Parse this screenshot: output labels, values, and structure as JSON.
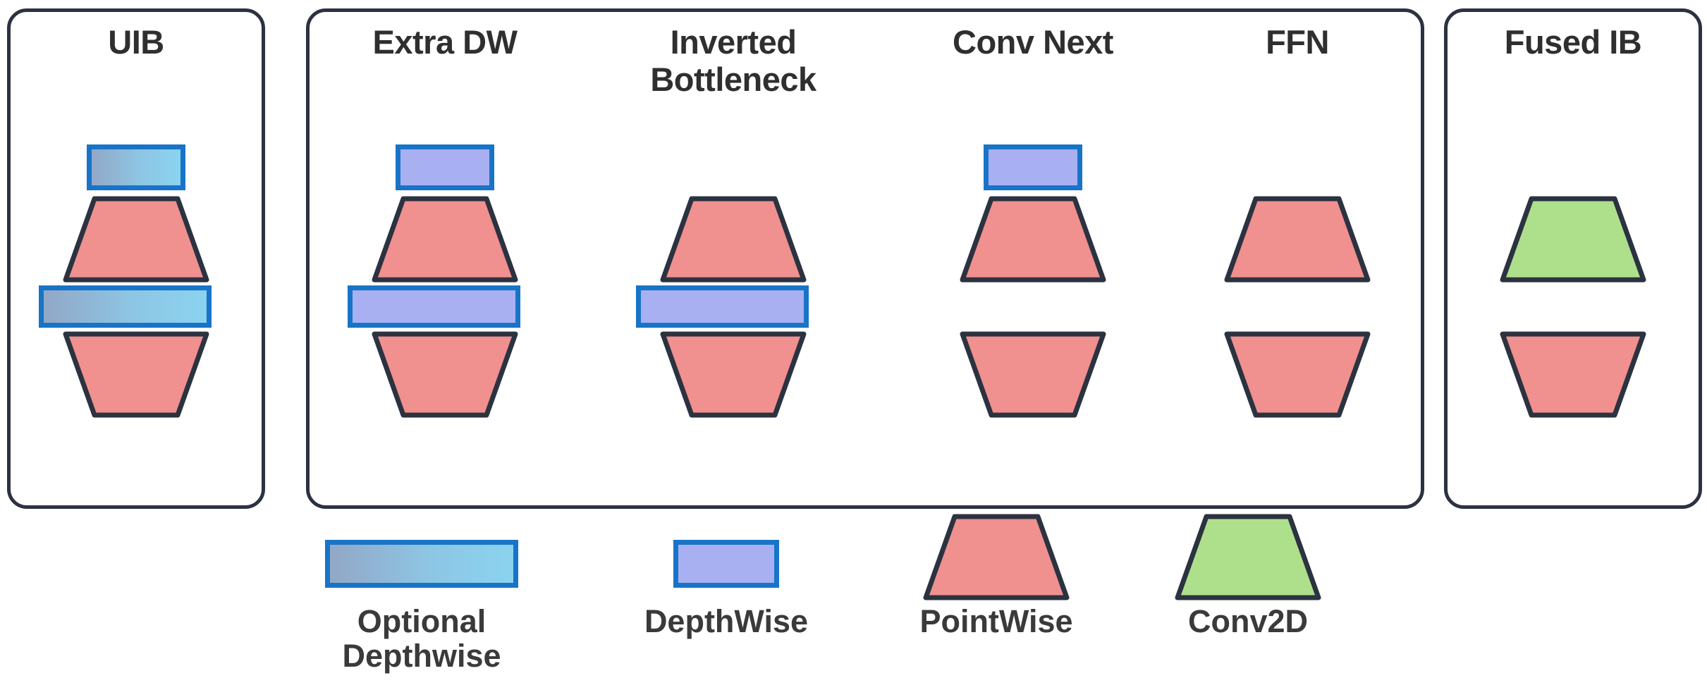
{
  "diagram": {
    "title_text_color": "#2f2f2f",
    "panels": [
      {
        "id": "uib",
        "label": "UIB"
      },
      {
        "id": "variants",
        "label": ""
      },
      {
        "id": "fusedib",
        "label": "Fused IB"
      }
    ],
    "columns": [
      {
        "id": "uib",
        "title": "UIB",
        "layers": [
          {
            "type": "rect-optional",
            "name": "optional-depthwise-top"
          },
          {
            "type": "trapezoid-down",
            "name": "pointwise-expand"
          },
          {
            "type": "rect-optional",
            "name": "optional-depthwise-mid"
          },
          {
            "type": "trapezoid-up",
            "name": "pointwise-project"
          }
        ]
      },
      {
        "id": "extra-dw",
        "title": "Extra DW",
        "layers": [
          {
            "type": "rect-depthwise",
            "name": "depthwise-top"
          },
          {
            "type": "trapezoid-down",
            "name": "pointwise-expand"
          },
          {
            "type": "rect-depthwise",
            "name": "depthwise-mid"
          },
          {
            "type": "trapezoid-up",
            "name": "pointwise-project"
          }
        ]
      },
      {
        "id": "inverted-bottleneck",
        "title": "Inverted\nBottleneck",
        "layers": [
          {
            "type": "trapezoid-down",
            "name": "pointwise-expand"
          },
          {
            "type": "rect-depthwise",
            "name": "depthwise-mid"
          },
          {
            "type": "trapezoid-up",
            "name": "pointwise-project"
          }
        ]
      },
      {
        "id": "conv-next",
        "title": "Conv Next",
        "layers": [
          {
            "type": "rect-depthwise",
            "name": "depthwise-top"
          },
          {
            "type": "trapezoid-down",
            "name": "pointwise-expand"
          },
          {
            "type": "trapezoid-up",
            "name": "pointwise-project"
          }
        ]
      },
      {
        "id": "ffn",
        "title": "FFN",
        "layers": [
          {
            "type": "trapezoid-down",
            "name": "pointwise-expand"
          },
          {
            "type": "trapezoid-up",
            "name": "pointwise-project"
          }
        ]
      },
      {
        "id": "fused-ib",
        "title": "Fused IB",
        "layers": [
          {
            "type": "trapezoid-down-green",
            "name": "conv2d-expand"
          },
          {
            "type": "trapezoid-up",
            "name": "pointwise-project"
          }
        ]
      }
    ]
  },
  "legend": {
    "items": [
      {
        "id": "optional-depthwise",
        "label": "Optional\nDepthwise",
        "swatch": "rect-optional-gradient",
        "color_from": "#92a7c6",
        "color_to": "#8ad3ef",
        "border": "#1874c6"
      },
      {
        "id": "depthwise",
        "label": "DepthWise",
        "swatch": "rect-periwinkle",
        "color": "#a9b0f2",
        "border": "#1874c6"
      },
      {
        "id": "pointwise",
        "label": "PointWise",
        "swatch": "trapezoid-salmon",
        "color": "#f0908f",
        "border": "#2b3240"
      },
      {
        "id": "conv2d",
        "label": "Conv2D",
        "swatch": "trapezoid-green",
        "color": "#aee08c",
        "border": "#2b3240"
      }
    ]
  },
  "colors": {
    "panel_border": "#2b3240",
    "shape_outline": "#2b3240",
    "blue_border": "#1874c6",
    "periwinkle": "#a9b0f2",
    "salmon": "#f0908f",
    "green": "#aee08c",
    "gradient_start": "#92a7c6",
    "gradient_end": "#8ad3ef",
    "background": "#ffffff"
  }
}
